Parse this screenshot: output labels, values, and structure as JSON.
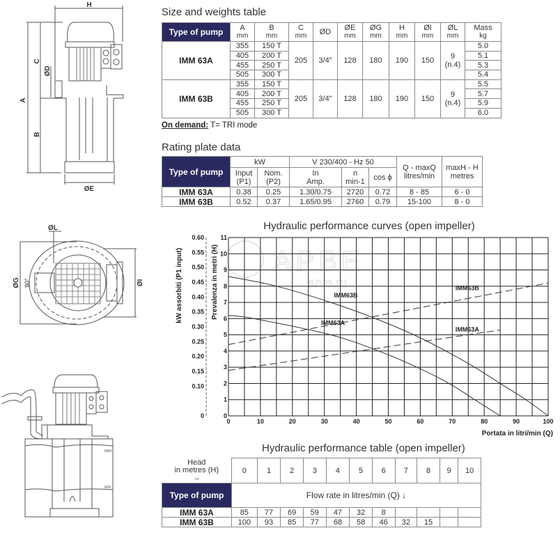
{
  "size_table": {
    "title": "Size and weights table",
    "type_header": "Type of pump",
    "columns": [
      {
        "label": "A",
        "unit": "mm"
      },
      {
        "label": "B",
        "unit": "mm"
      },
      {
        "label": "C",
        "unit": "mm"
      },
      {
        "label": "ØD",
        "unit": ""
      },
      {
        "label": "ØE",
        "unit": "mm"
      },
      {
        "label": "ØG",
        "unit": "mm"
      },
      {
        "label": "H",
        "unit": "mm"
      },
      {
        "label": "ØI",
        "unit": "mm"
      },
      {
        "label": "ØL",
        "unit": "mm"
      },
      {
        "label": "Mass",
        "unit": "kg"
      }
    ],
    "rows": [
      {
        "type": "IMM 63A",
        "A": [
          "355",
          "405",
          "455",
          "505"
        ],
        "B": [
          "150 T",
          "200 T",
          "250 T",
          "300 T"
        ],
        "C": "205",
        "D": "3/4\"",
        "E": "128",
        "G": "180",
        "H": "190",
        "I": "150",
        "L": [
          "9",
          "(n.4)"
        ],
        "mass": [
          "5.0",
          "5.1",
          "5.3",
          "5.4"
        ]
      },
      {
        "type": "IMM 63B",
        "A": [
          "355",
          "405",
          "455",
          "505"
        ],
        "B": [
          "150 T",
          "200 T",
          "250 T",
          "300 T"
        ],
        "C": "205",
        "D": "3/4\"",
        "E": "128",
        "G": "180",
        "H": "190",
        "I": "150",
        "L": [
          "9",
          "(n.4)"
        ],
        "mass": [
          "5.5",
          "5.7",
          "5.9",
          "6.0"
        ]
      }
    ],
    "note_label": "On demand:",
    "note_text": " T= TRI mode"
  },
  "rating_table": {
    "title": "Rating plate data",
    "type_header": "Type of pump",
    "group_kw": "kW",
    "group_v": "V 230/400 - Hz 50",
    "q_header": [
      "Q - maxQ",
      "litres/min"
    ],
    "h_header": [
      "maxH - H",
      "metres"
    ],
    "sub": [
      [
        "Input",
        "(P1)"
      ],
      [
        "Nom.",
        "(P2)"
      ],
      [
        "In",
        "Amp."
      ],
      [
        "n",
        "min-1"
      ],
      [
        "cos ϕ",
        ""
      ]
    ],
    "rows": [
      {
        "type": "IMM 63A",
        "cells": [
          "0.38",
          "0.25",
          "1.30/0.75",
          "2720",
          "0.72",
          "8 - 85",
          "6 - 0"
        ]
      },
      {
        "type": "IMM 63B",
        "cells": [
          "0.52",
          "0.37",
          "1.65/0.95",
          "2760",
          "0.79",
          "15-100",
          "8 - 0"
        ]
      }
    ]
  },
  "drawings": {
    "labels": {
      "H": "H",
      "A": "A",
      "B": "B",
      "C": "C",
      "D": "ØD",
      "E": "ØE",
      "L": "ØL",
      "G": "ØG",
      "I": "ØI",
      "angle": "90°",
      "max": "MAX",
      "min": "MIN"
    }
  },
  "watermark": {
    "brand": "APBE",
    "site": "arve.ru"
  },
  "chart_data": {
    "type": "line",
    "title": "Hydraulic performance curves (open impeller)",
    "xlabel": "Portata in litri/min (Q)",
    "ylabel": "Prevalenza in metri (H)",
    "y2label": "kW assorbiti (P1 input)",
    "xlim": [
      0,
      100
    ],
    "ylim": [
      0,
      11
    ],
    "y2lim": [
      0,
      0.6
    ],
    "xticks": [
      "0",
      "10",
      "20",
      "30",
      "40",
      "50",
      "60",
      "70",
      "80",
      "90",
      "100"
    ],
    "yticks": [
      "0",
      "1",
      "2",
      "3",
      "4",
      "5",
      "6",
      "7",
      "8",
      "9",
      "10",
      "11"
    ],
    "y2ticks": [
      "0",
      "0.10",
      "0.15",
      "0.20",
      "0.25",
      "0.30",
      "0.35",
      "0.40",
      "0.45",
      "0.50",
      "0.55",
      "0.60"
    ],
    "grid": true,
    "series": [
      {
        "name": "IMM63B",
        "kind": "head",
        "axis": "H",
        "style": "solid",
        "points": [
          [
            0,
            8.6
          ],
          [
            15,
            8
          ],
          [
            32,
            7
          ],
          [
            46,
            6
          ],
          [
            58,
            5
          ],
          [
            68,
            4
          ],
          [
            77,
            3
          ],
          [
            85,
            2
          ],
          [
            93,
            1
          ],
          [
            100,
            0
          ]
        ]
      },
      {
        "name": "IMM63A",
        "kind": "head",
        "axis": "H",
        "style": "solid",
        "points": [
          [
            0,
            6.2
          ],
          [
            8,
            6
          ],
          [
            32,
            5
          ],
          [
            47,
            4
          ],
          [
            59,
            3
          ],
          [
            69,
            2
          ],
          [
            77,
            1
          ],
          [
            85,
            0
          ]
        ]
      },
      {
        "name": "IMM63B",
        "kind": "power",
        "axis": "kW",
        "style": "dashed",
        "points": [
          [
            0,
            0.24
          ],
          [
            100,
            0.447
          ]
        ]
      },
      {
        "name": "IMM63A",
        "kind": "power",
        "axis": "kW",
        "style": "dashed",
        "points": [
          [
            0,
            0.153
          ],
          [
            85,
            0.289
          ]
        ]
      }
    ],
    "annotations": [
      {
        "text": "IMM63B",
        "x": 33,
        "y": 7.3
      },
      {
        "text": "IMM63A",
        "x": 29,
        "y": 5.6
      },
      {
        "text": "IMM63B",
        "x": 71,
        "y": 7.75
      },
      {
        "text": "IMM63A",
        "x": 71,
        "y": 5.2
      }
    ]
  },
  "perf_table": {
    "title": "Hydraulic performance table (open impeller)",
    "head_label": [
      "Head",
      "in metres (H)",
      "→"
    ],
    "heads": [
      "0",
      "1",
      "2",
      "3",
      "4",
      "5",
      "6",
      "7",
      "8",
      "9",
      "10"
    ],
    "type_header": "Type of pump",
    "flow_label": "Flow rate in litres/min (Q) ↓",
    "rows": [
      {
        "type": "IMM 63A",
        "cells": [
          "85",
          "77",
          "69",
          "59",
          "47",
          "32",
          "8",
          "",
          "",
          "",
          ""
        ]
      },
      {
        "type": "IMM 63B",
        "cells": [
          "100",
          "93",
          "85",
          "77",
          "68",
          "58",
          "46",
          "32",
          "15",
          "",
          ""
        ]
      }
    ]
  }
}
